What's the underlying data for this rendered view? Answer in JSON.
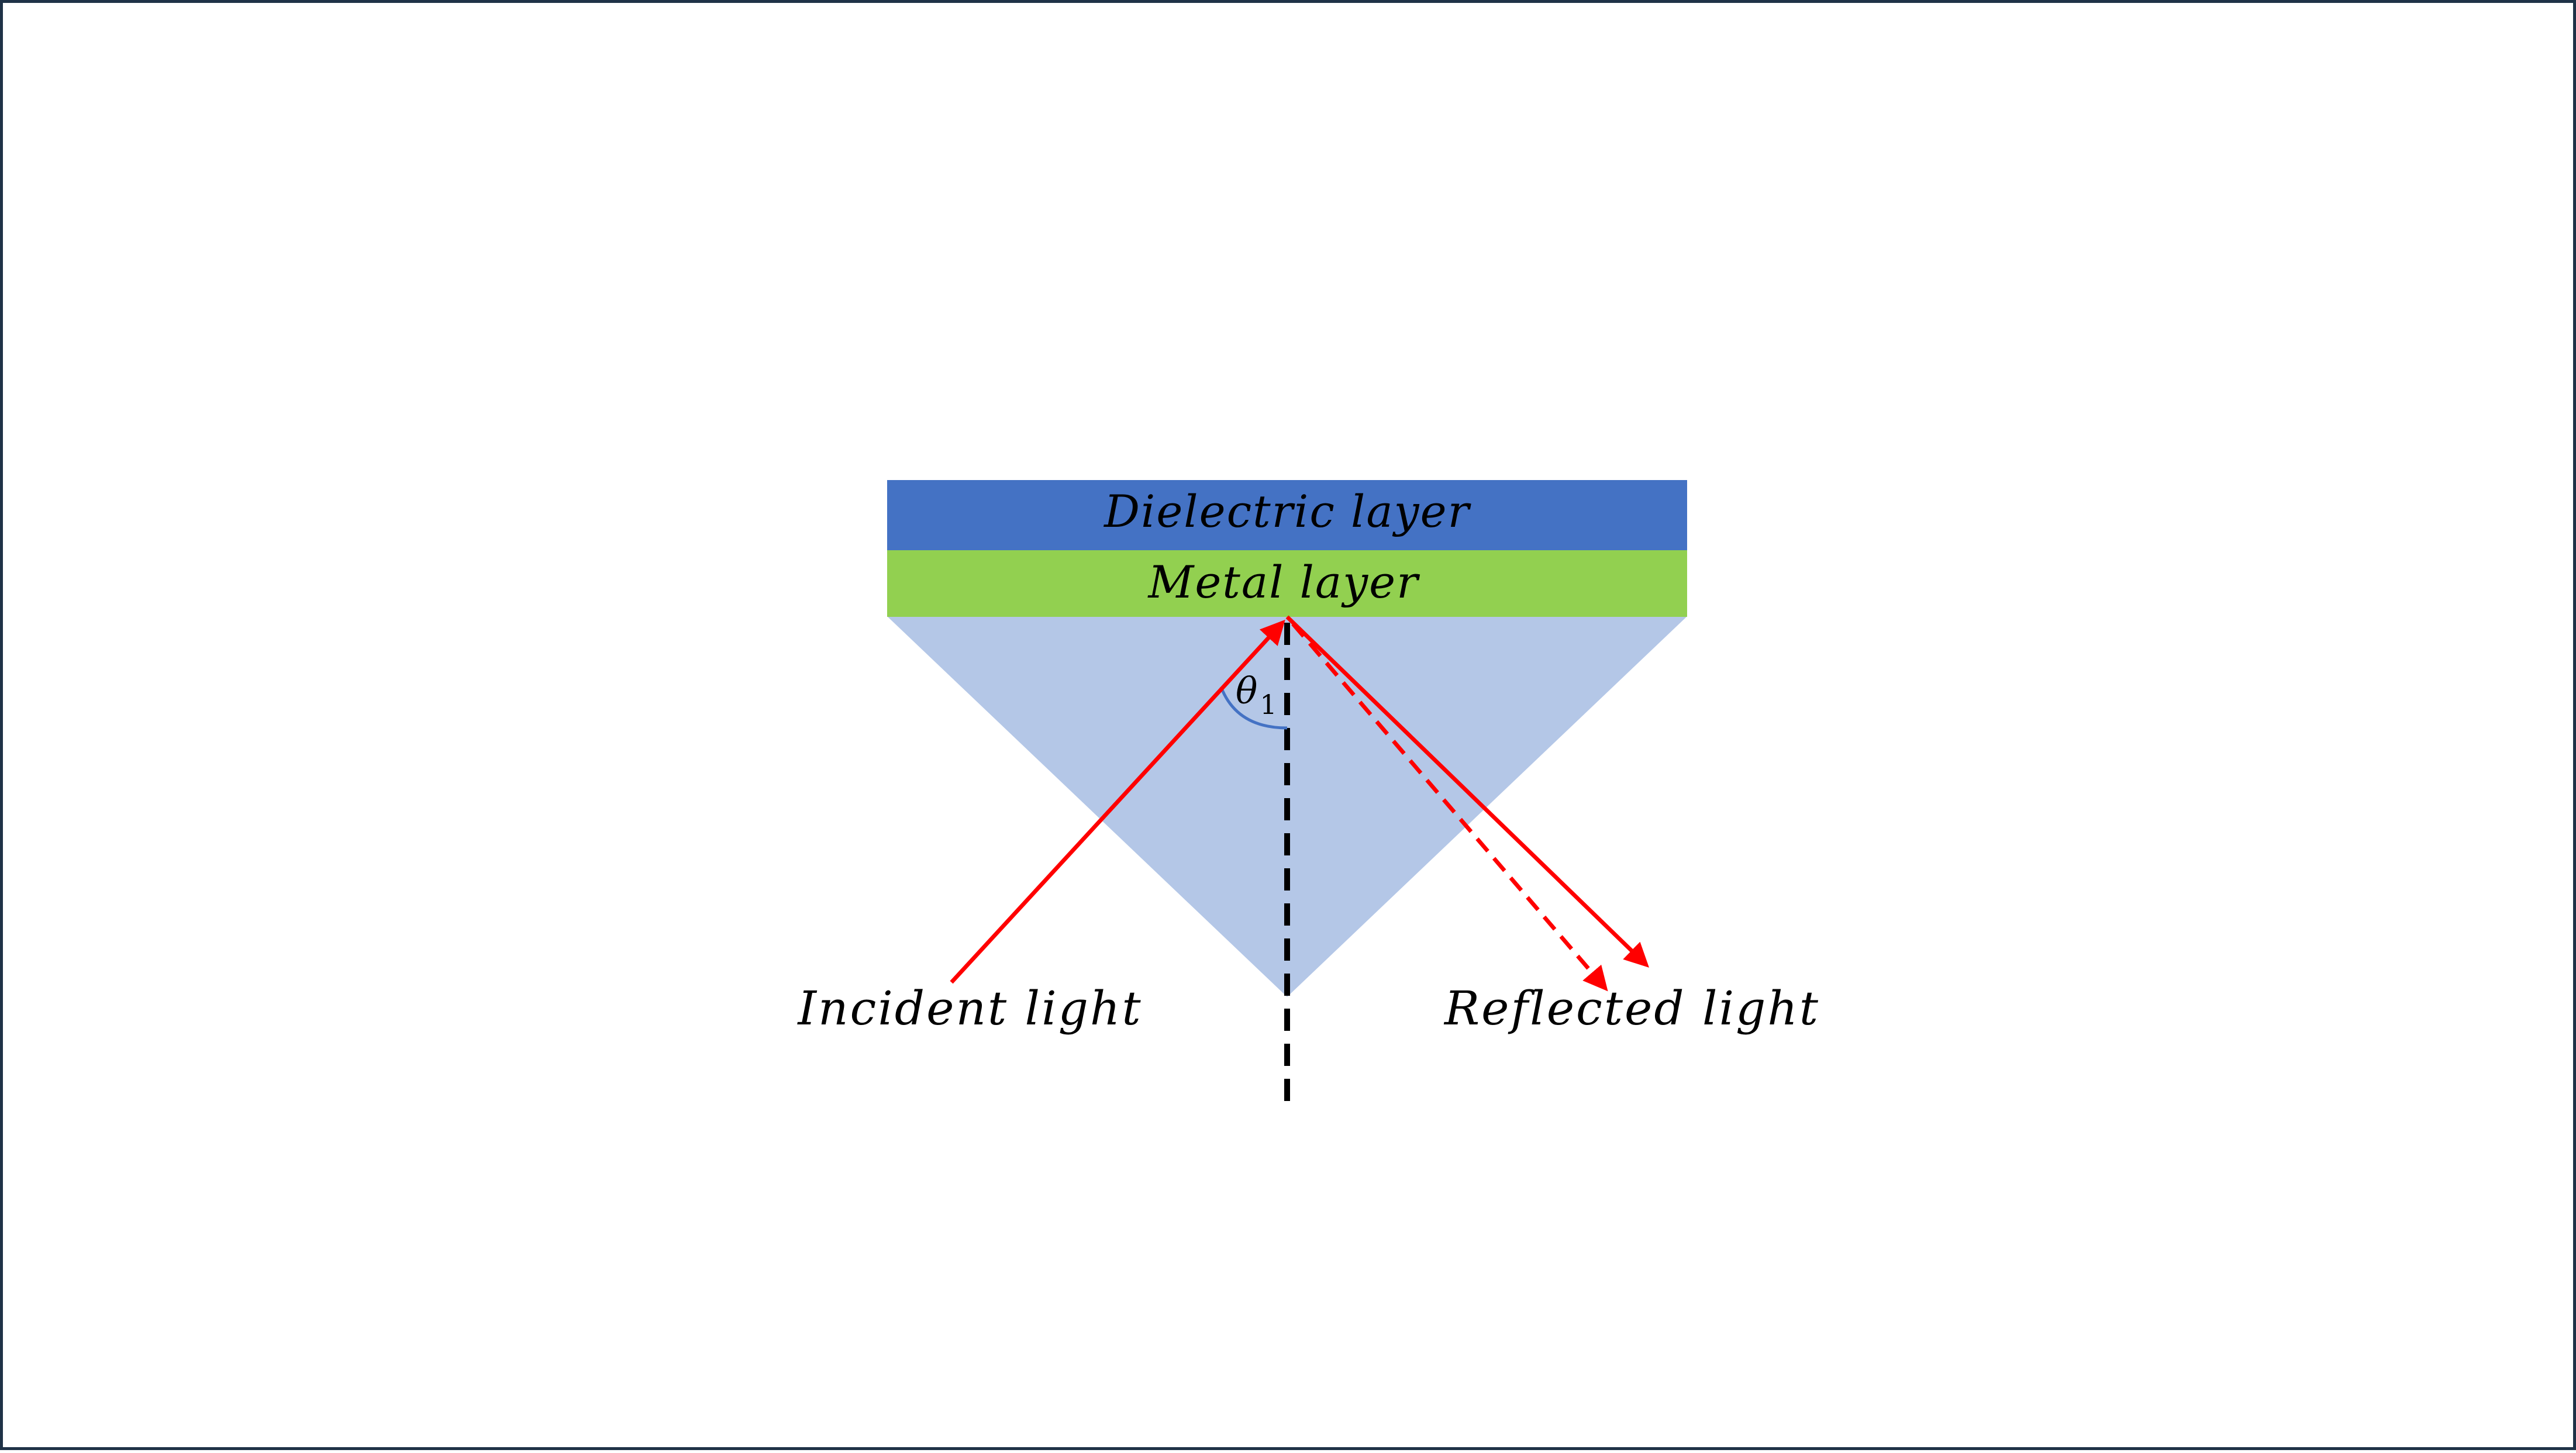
{
  "diagram": {
    "layers": {
      "dielectric": "Dielectric layer",
      "metal": "Metal layer"
    },
    "labels": {
      "incident": "Incident light",
      "reflected": "Reflected light",
      "angle_symbol": "θ",
      "angle_subscript": "1"
    },
    "colors": {
      "dielectric_layer": "#4472c4",
      "metal_layer": "#92d050",
      "prism": "#b4c7e7",
      "light_ray": "#ff0000",
      "normal_line": "#000000",
      "angle_arc": "#4472c4",
      "frame_border": "#1f3247"
    }
  }
}
